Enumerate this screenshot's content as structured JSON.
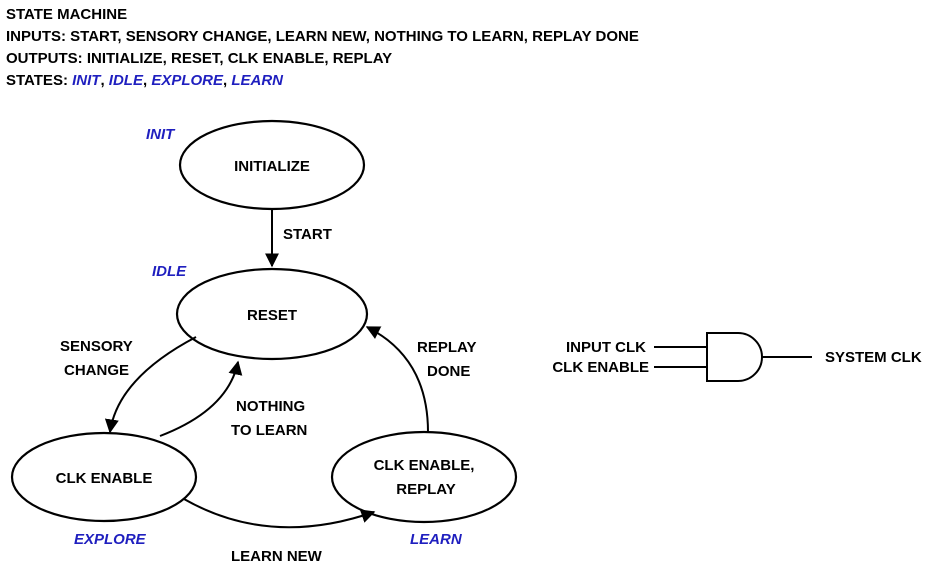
{
  "header": {
    "title": "STATE MACHINE",
    "inputs_prefix": "INPUTS: ",
    "inputs": "START, SENSORY CHANGE, LEARN NEW, NOTHING TO LEARN, REPLAY DONE",
    "outputs_prefix": "OUTPUTS: ",
    "outputs": "INITIALIZE, RESET, CLK ENABLE, REPLAY",
    "states_prefix": "STATES: ",
    "states": [
      "INIT",
      "IDLE",
      "EXPLORE",
      "LEARN"
    ],
    "separator": ", "
  },
  "nodes": {
    "init": {
      "state": "INIT",
      "output": "INITIALIZE"
    },
    "idle": {
      "state": "IDLE",
      "output": "RESET"
    },
    "explore": {
      "state": "EXPLORE",
      "output": "CLK ENABLE"
    },
    "learn": {
      "state": "LEARN",
      "output_line1": "CLK ENABLE,",
      "output_line2": "REPLAY"
    }
  },
  "transitions": {
    "start": "START",
    "sensory_change_line1": "SENSORY",
    "sensory_change_line2": "CHANGE",
    "nothing_to_learn_line1": "NOTHING",
    "nothing_to_learn_line2": "TO LEARN",
    "replay_done_line1": "REPLAY",
    "replay_done_line2": "DONE",
    "learn_new": "LEARN NEW"
  },
  "gate": {
    "input1": "INPUT CLK",
    "input2": "CLK ENABLE",
    "output": "SYSTEM CLK"
  },
  "colors": {
    "state_label": "#1f1fbf",
    "line": "#000000"
  }
}
